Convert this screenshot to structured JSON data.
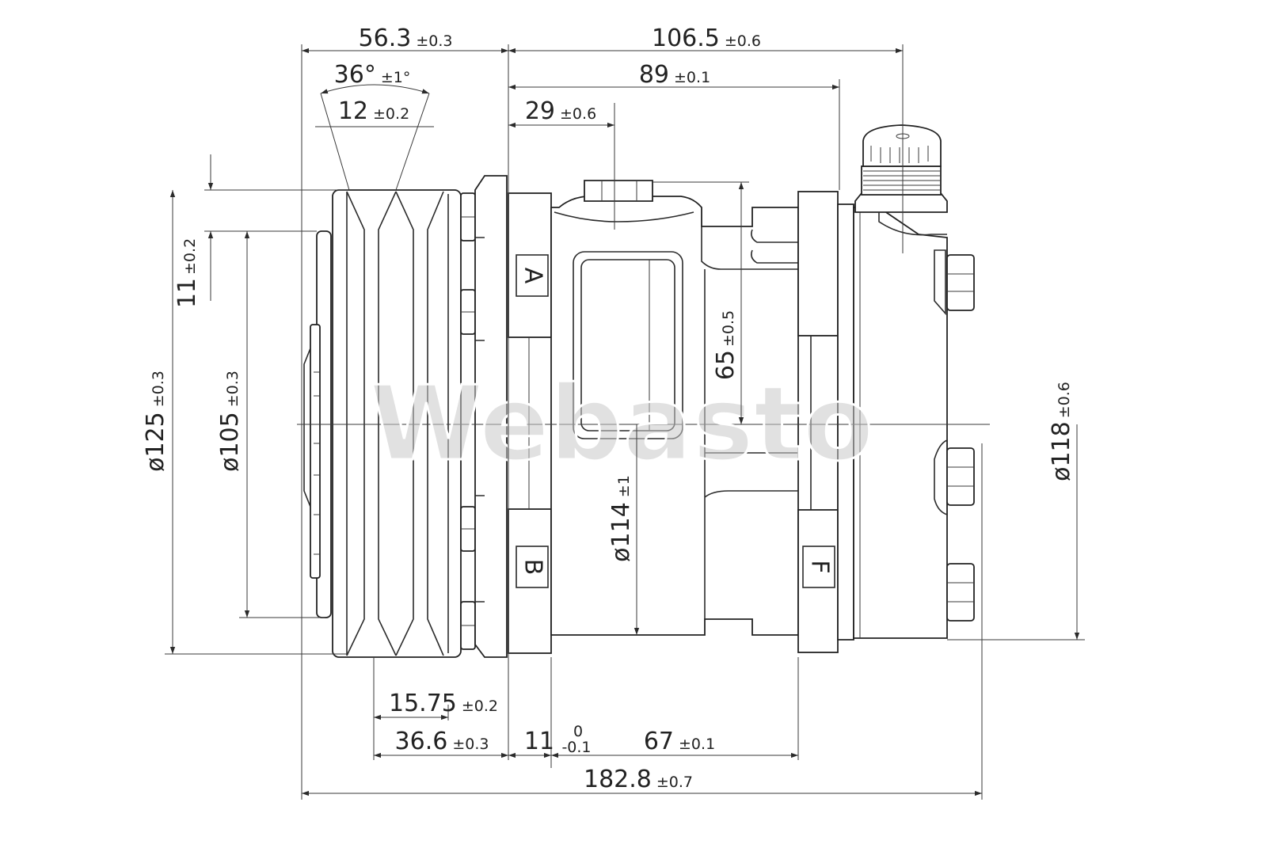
{
  "watermark": "Webasto",
  "dimensions": {
    "d_56_3": {
      "value": "56.3",
      "tol": "±0.3"
    },
    "d_106_5": {
      "value": "106.5",
      "tol": "±0.6"
    },
    "d_36deg": {
      "value": "36°",
      "tol": "±1°"
    },
    "d_89": {
      "value": "89",
      "tol": "±0.1"
    },
    "d_12": {
      "value": "12",
      "tol": "±0.2"
    },
    "d_29": {
      "value": "29",
      "tol": "±0.6"
    },
    "d_11_v": {
      "value": "11",
      "tol": "±0.2"
    },
    "d_125": {
      "value": "ø125",
      "tol": "±0.3"
    },
    "d_105": {
      "value": "ø105",
      "tol": "±0.3"
    },
    "d_65": {
      "value": "65",
      "tol": "±0.5"
    },
    "d_114": {
      "value": "ø114",
      "tol": "±1"
    },
    "d_118": {
      "value": "ø118",
      "tol": "±0.6"
    },
    "d_15_75": {
      "value": "15.75",
      "tol": "±0.2"
    },
    "d_36_6": {
      "value": "36.6",
      "tol": "±0.3"
    },
    "d_11_h": {
      "value": "11",
      "tol_upper": "0",
      "tol_lower": "-0.1"
    },
    "d_67": {
      "value": "67",
      "tol": "±0.1"
    },
    "d_182_8": {
      "value": "182.8",
      "tol": "±0.7"
    }
  },
  "port_marks": {
    "a": "A",
    "b": "B",
    "f": "F"
  }
}
